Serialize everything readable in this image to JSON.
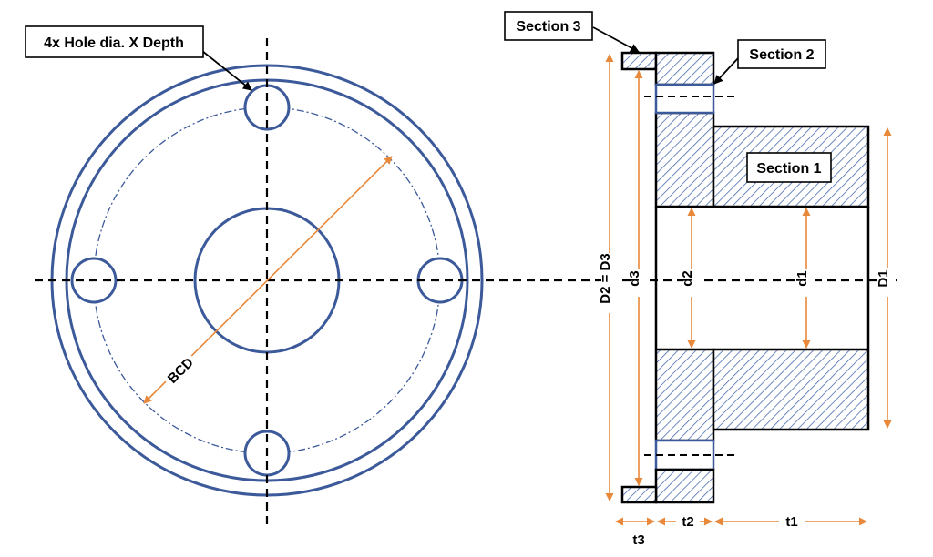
{
  "callouts": {
    "holes": "4x Hole dia. X Depth",
    "section1": "Section 1",
    "section2": "Section 2",
    "section3": "Section 3"
  },
  "dimensions": {
    "bcd": "BCD",
    "d2_d3": "D2 = D3",
    "d3": "d3",
    "d2": "d2",
    "d1": "d1",
    "D1": "D1",
    "t1": "t1",
    "t2": "t2",
    "t3": "t3"
  },
  "colors": {
    "outline_blue": "#3c5a9a",
    "dimension_orange": "#e8883a",
    "hatch_blue": "#4a6cb0",
    "centerline": "#000000"
  }
}
